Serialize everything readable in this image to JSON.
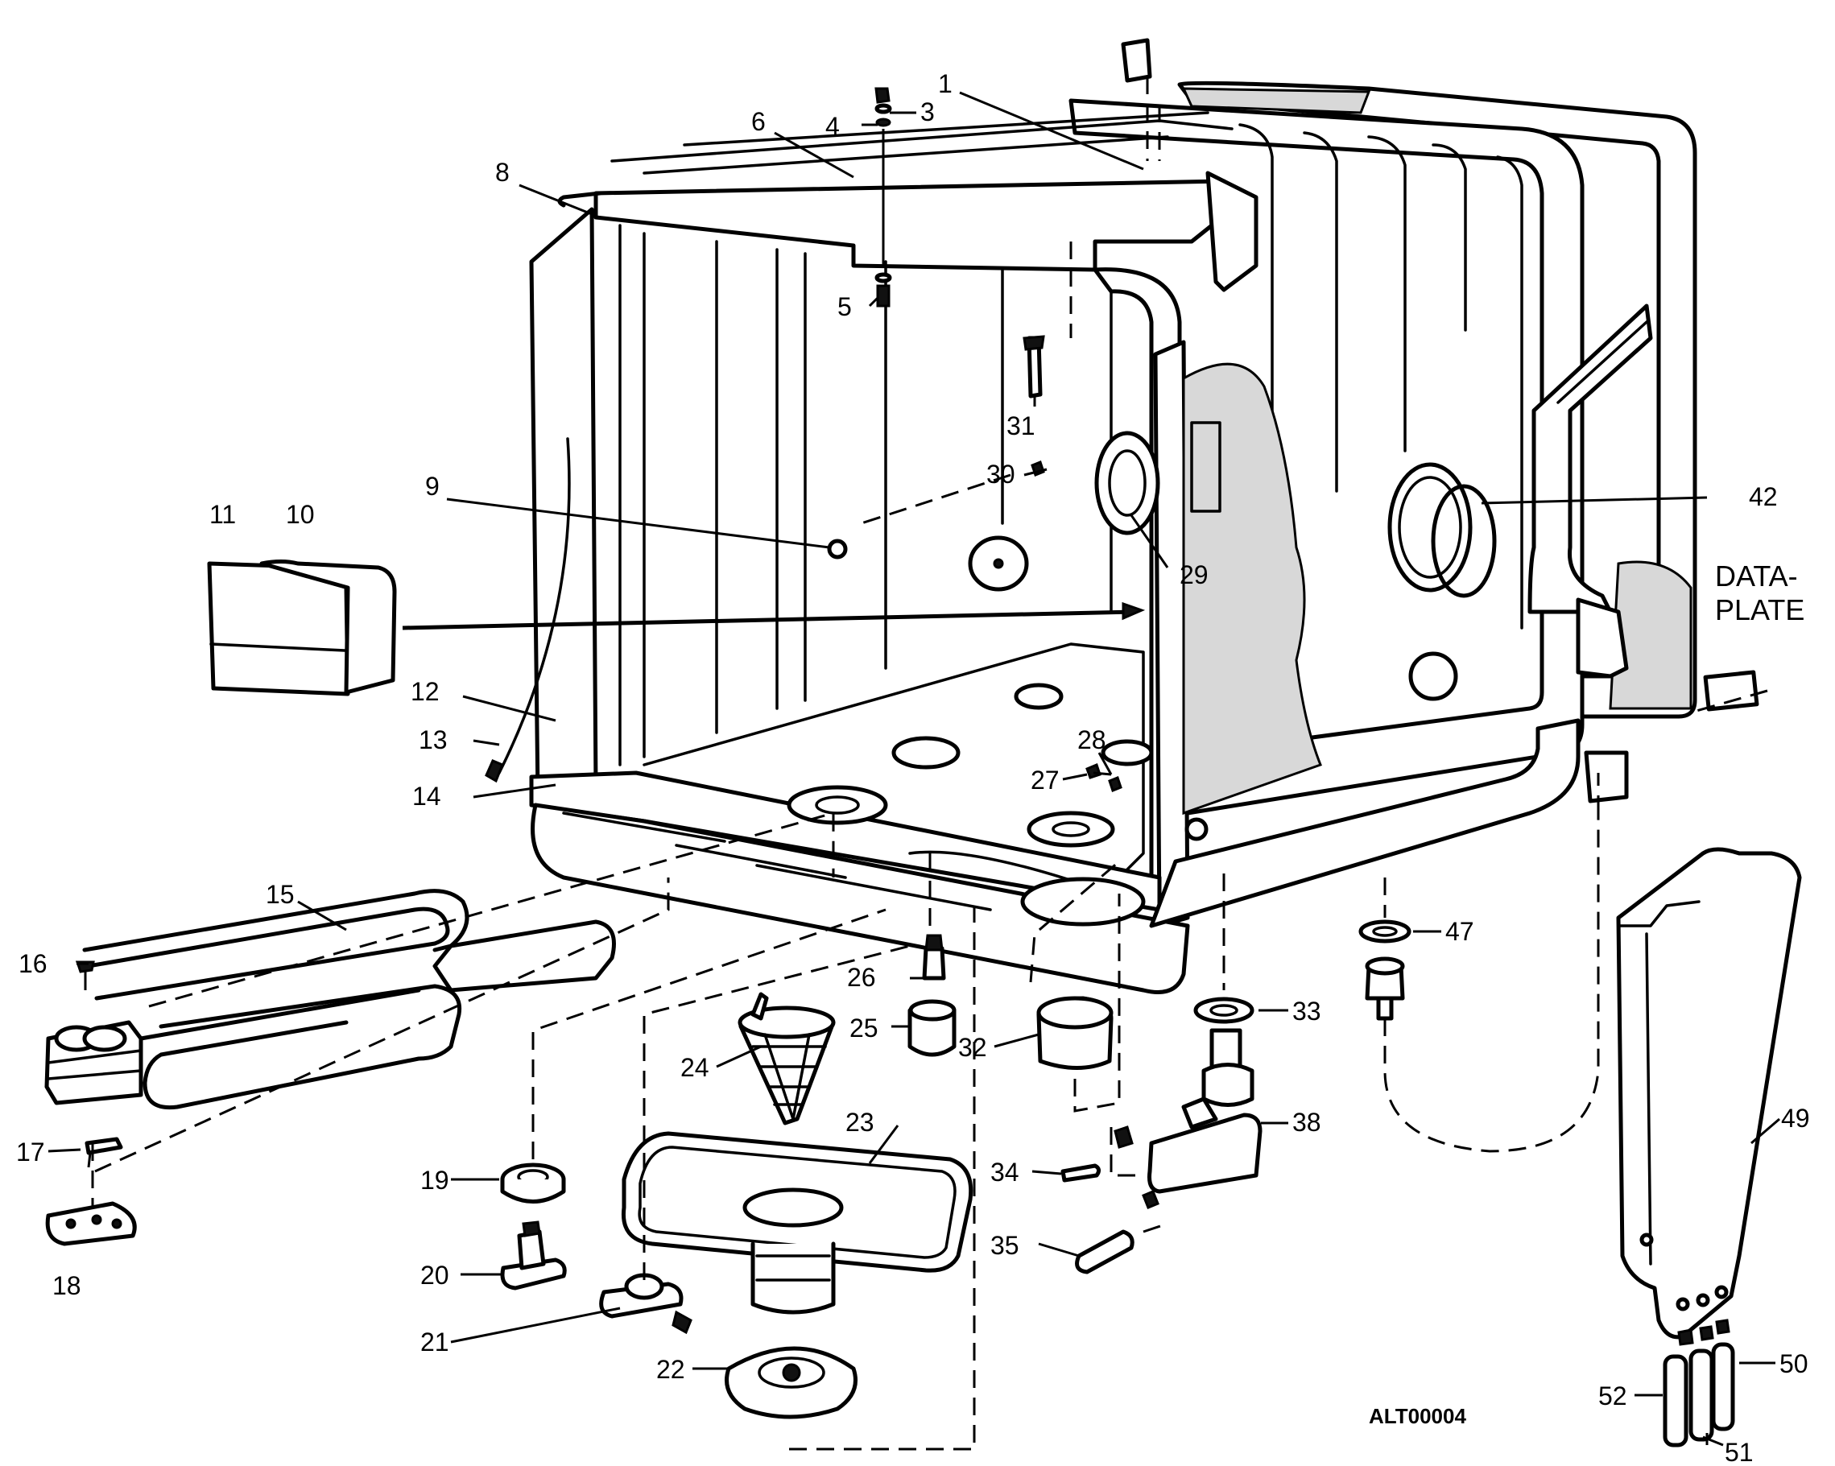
{
  "callouts": [
    {
      "id": "1",
      "text": "1"
    },
    {
      "id": "3",
      "text": "3"
    },
    {
      "id": "4",
      "text": "4"
    },
    {
      "id": "5",
      "text": "5"
    },
    {
      "id": "6",
      "text": "6"
    },
    {
      "id": "8",
      "text": "8"
    },
    {
      "id": "9",
      "text": "9"
    },
    {
      "id": "10",
      "text": "10"
    },
    {
      "id": "11",
      "text": "11"
    },
    {
      "id": "12",
      "text": "12"
    },
    {
      "id": "13",
      "text": "13"
    },
    {
      "id": "14",
      "text": "14"
    },
    {
      "id": "15",
      "text": "15"
    },
    {
      "id": "16",
      "text": "16"
    },
    {
      "id": "17",
      "text": "17"
    },
    {
      "id": "18",
      "text": "18"
    },
    {
      "id": "19",
      "text": "19"
    },
    {
      "id": "20",
      "text": "20"
    },
    {
      "id": "21",
      "text": "21"
    },
    {
      "id": "22",
      "text": "22"
    },
    {
      "id": "23",
      "text": "23"
    },
    {
      "id": "24",
      "text": "24"
    },
    {
      "id": "25",
      "text": "25"
    },
    {
      "id": "26",
      "text": "26"
    },
    {
      "id": "27",
      "text": "27"
    },
    {
      "id": "28",
      "text": "28"
    },
    {
      "id": "29",
      "text": "29"
    },
    {
      "id": "30",
      "text": "30"
    },
    {
      "id": "31",
      "text": "31"
    },
    {
      "id": "32",
      "text": "32"
    },
    {
      "id": "33",
      "text": "33"
    },
    {
      "id": "34",
      "text": "34"
    },
    {
      "id": "35",
      "text": "35"
    },
    {
      "id": "38",
      "text": "38"
    },
    {
      "id": "42",
      "text": "42"
    },
    {
      "id": "47",
      "text": "47"
    },
    {
      "id": "49",
      "text": "49"
    },
    {
      "id": "50",
      "text": "50"
    },
    {
      "id": "51",
      "text": "51"
    },
    {
      "id": "52",
      "text": "52"
    }
  ],
  "data_plate": {
    "line1": "DATA-",
    "line2": "PLATE"
  },
  "drawing_ref": "ALT00004"
}
